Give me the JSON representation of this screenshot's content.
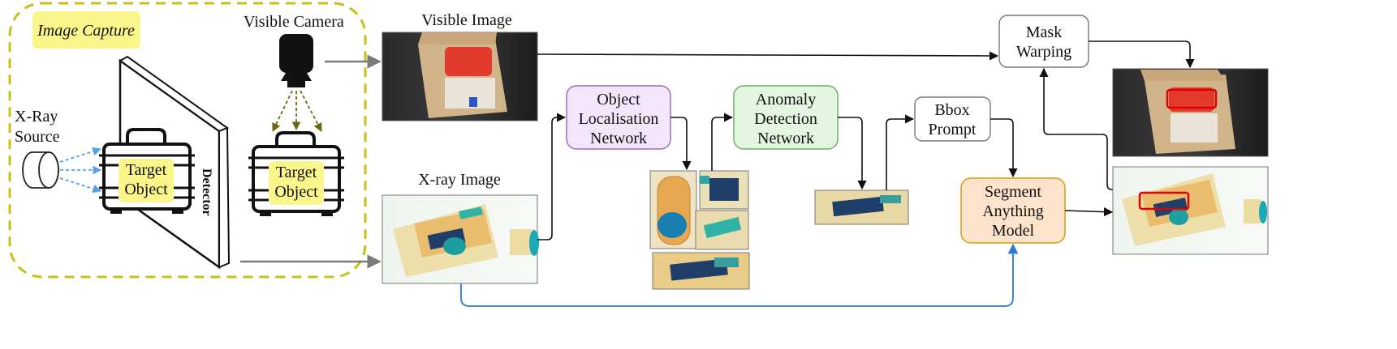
{
  "image_capture": {
    "label": "Image Capture"
  },
  "xray_source": {
    "line1": "X-Ray",
    "line2": "Source"
  },
  "visible_camera": {
    "label": "Visible  Camera"
  },
  "detector": {
    "label": "Detector"
  },
  "target_object_1": {
    "line1": "Target",
    "line2": "Object"
  },
  "target_object_2": {
    "line1": "Target",
    "line2": "Object"
  },
  "visible_image": {
    "label": "Visible Image"
  },
  "xray_image": {
    "label": "X-ray Image"
  },
  "object_localisation": {
    "line1": "Object",
    "line2": "Localisation",
    "line3": "Network"
  },
  "anomaly_detection": {
    "line1": "Anomaly",
    "line2": "Detection",
    "line3": "Network"
  },
  "bbox_prompt": {
    "line1": "Bbox",
    "line2": "Prompt"
  },
  "segment_anything": {
    "line1": "Segment",
    "line2": "Anything",
    "line3": "Model"
  },
  "mask_warping": {
    "line1": "Mask",
    "line2": "Warping"
  },
  "colors": {
    "capture_border": "#c8bf1a",
    "capture_label_bg": "#fbf68c",
    "object_localisation_fill": "#f3e6fb",
    "object_localisation_stroke": "#9b6fb5",
    "anomaly_fill": "#e3f7e0",
    "anomaly_stroke": "#6ab35d",
    "sam_fill": "#fde3cc",
    "sam_stroke": "#d6a000",
    "xray_link": "#2b7bd6"
  }
}
